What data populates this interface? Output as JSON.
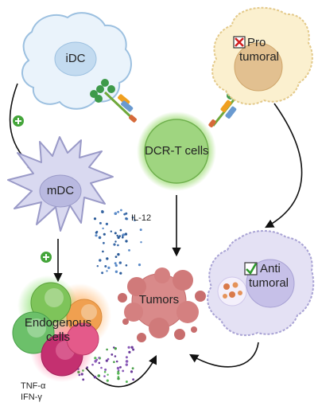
{
  "cells": {
    "idc": "iDC",
    "mdc": "mDC",
    "dcr_t": "DCR-T cells",
    "protumoral_line1": "Pro",
    "protumoral_line2": "tumoral",
    "antitumoral_line1": "Anti",
    "antitumoral_line2": "tumoral",
    "endogenous_line1": "Endogenous",
    "endogenous_line2": "cells",
    "tumors": "Tumors"
  },
  "cytokines": {
    "il12": "IL-12",
    "tnf": "TNF-α",
    "ifn": "IFN-γ"
  },
  "colors": {
    "idc_fill": "#eaf3fb",
    "mdc_fill": "#d9d9f0",
    "dcr_t_fill": "#9fd580",
    "protumoral_fill": "#fbf0cf",
    "antitumoral_fill": "#e4e1f4",
    "tumor_fill": "#d98a8a",
    "plus_badge": "#44a53a",
    "check_green": "#2e9a2e",
    "cross_red": "#d02020"
  }
}
